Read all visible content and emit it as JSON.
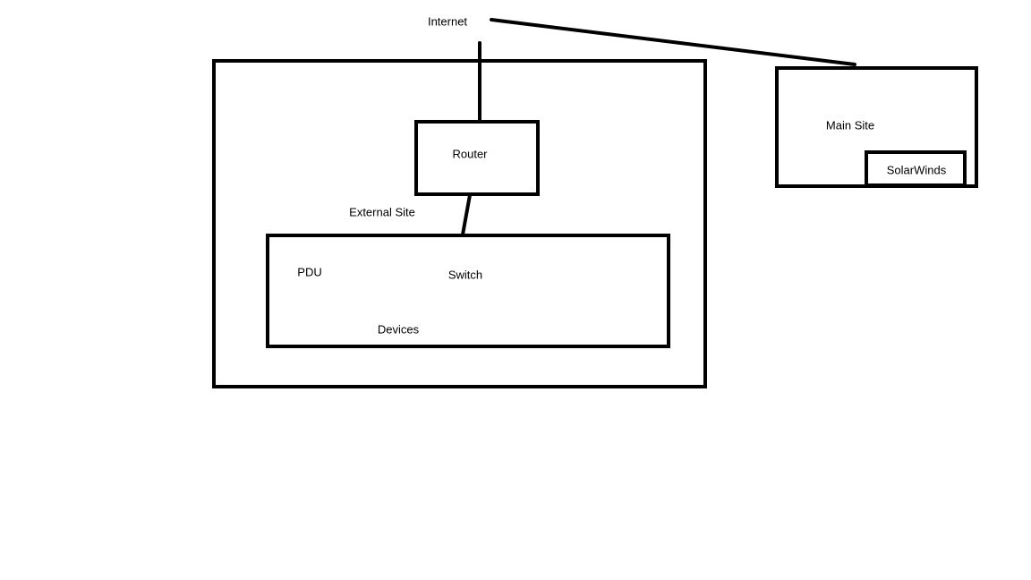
{
  "labels": {
    "internet": "Internet",
    "router": "Router",
    "external_site": "External Site",
    "pdu": "PDU",
    "switch": "Switch",
    "devices": "Devices",
    "main_site": "Main Site",
    "solarwinds": "SolarWinds"
  },
  "colors": {
    "stroke": "#000000",
    "background": "#ffffff"
  }
}
